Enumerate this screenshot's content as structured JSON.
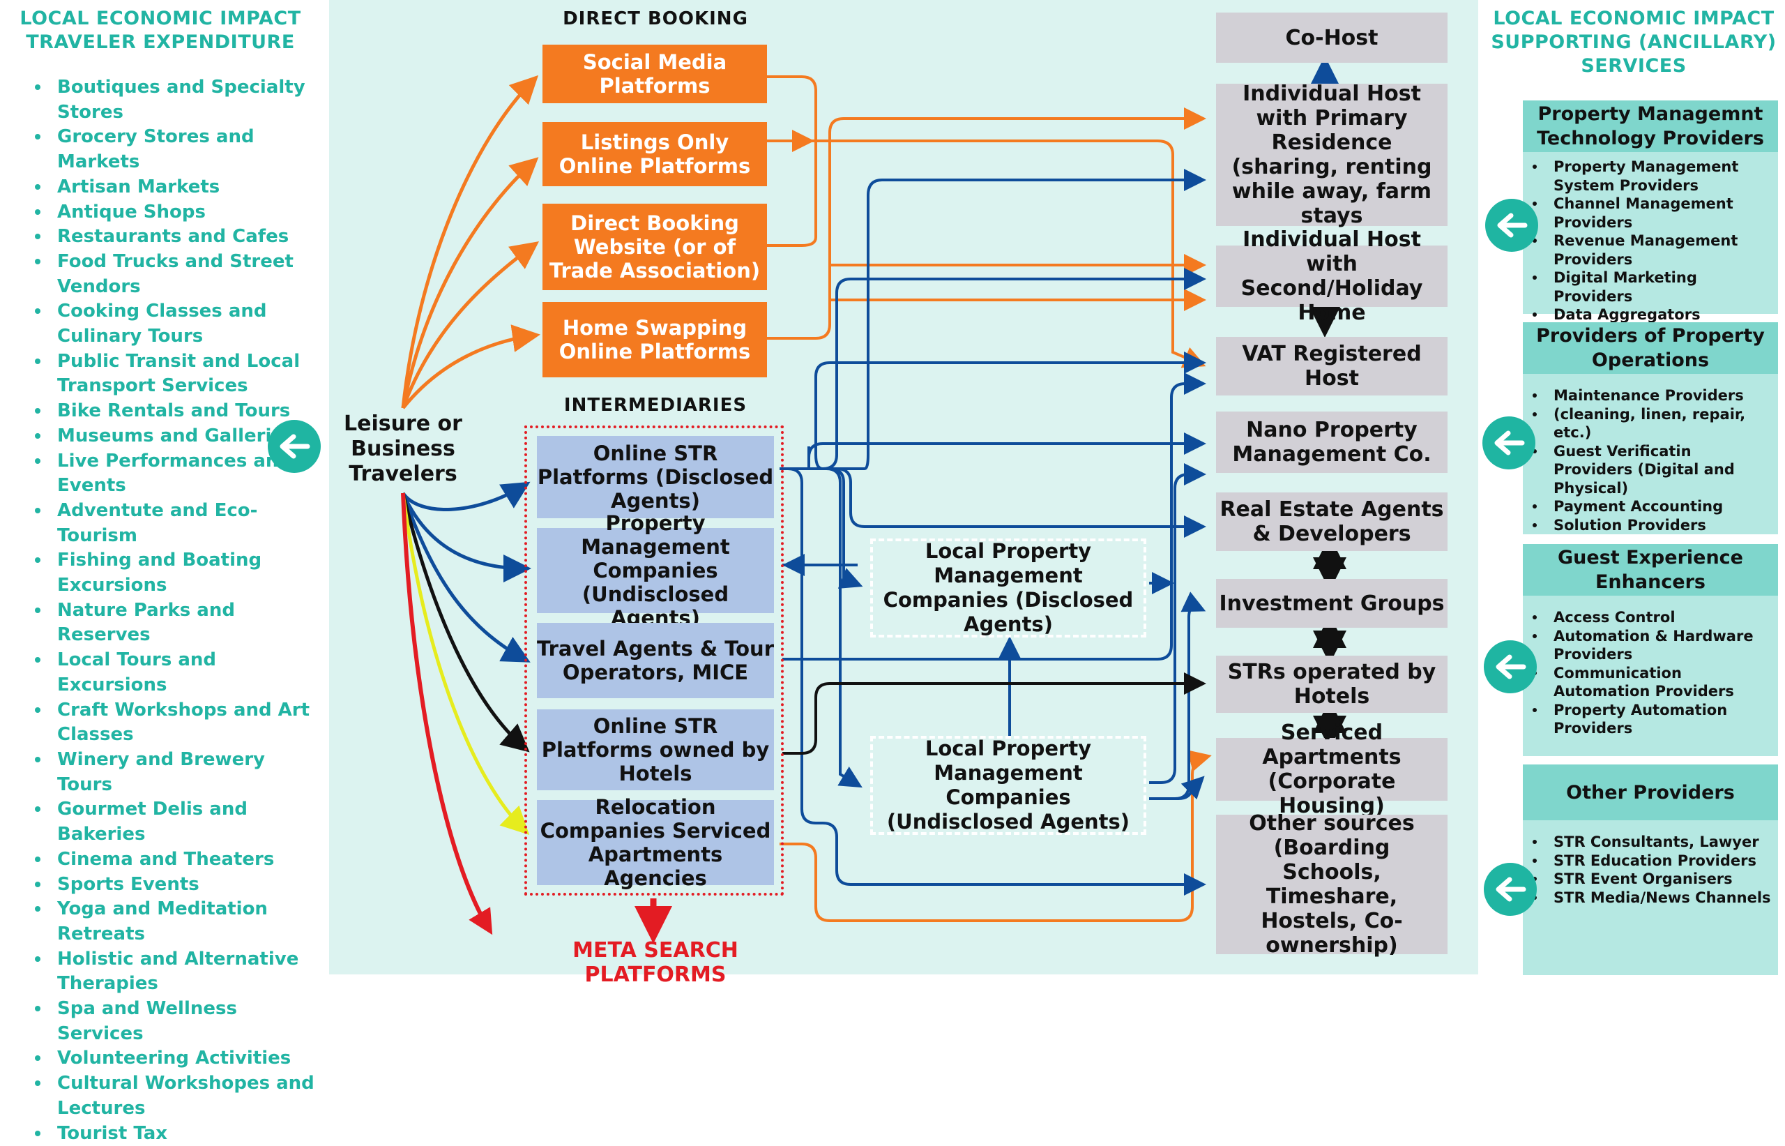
{
  "left": {
    "title_line1": "LOCAL ECONOMIC IMPACT",
    "title_line2": "TRAVELER EXPENDITURE",
    "items": [
      "Boutiques and Specialty Stores",
      "Grocery Stores and Markets",
      "Artisan Markets",
      "Antique Shops",
      "Restaurants and Cafes",
      "Food Trucks and Street Vendors",
      "Cooking Classes and Culinary Tours",
      "Public Transit and Local Transport Services",
      "Bike Rentals and Tours",
      "Museums and Galleries",
      "Live Performances and Events",
      "Adventute and Eco-Tourism",
      "Fishing and Boating Excursions",
      "Nature Parks and Reserves",
      "Local Tours and Excursions",
      "Craft Workshops and Art Classes",
      "Winery and Brewery Tours",
      "Gourmet Delis and Bakeries",
      "Cinema and Theaters",
      "Sports Events",
      "Yoga and Meditation Retreats",
      "Holistic and Alternative Therapies",
      "Spa and Wellness Services",
      "Volunteering Activities",
      "Cultural Workshopes and Lectures",
      "Tourist Tax"
    ]
  },
  "center": {
    "traveler_line1": "Leisure or",
    "traveler_line2": "Business",
    "traveler_line3": "Travelers",
    "direct_heading": "DIRECT BOOKING",
    "intermediaries_heading": "INTERMEDIARIES",
    "meta": "META SEARCH PLATFORMS",
    "direct": [
      "Social Media Platforms",
      "Listings Only Online Platforms",
      "Direct Booking Website (or of Trade Association)",
      "Home Swapping Online Platforms"
    ],
    "intermediaries": [
      "Online STR Platforms (Disclosed Agents)",
      "Property Management Companies (Undisclosed Agents)",
      "Travel Agents & Tour Operators, MICE",
      "Online STR Platforms owned by Hotels",
      "Relocation Companies Serviced Apartments Agencies"
    ],
    "local_disclosed": "Local Property Management Companies (Disclosed Agents)",
    "local_undisclosed": "Local Property Management Companies (Undisclosed Agents)",
    "hosts": [
      "Co-Host",
      "Individual Host with Primary Residence (sharing, renting while away, farm stays",
      "Individual Host with Second/Holiday Home",
      "VAT Registered Host",
      "Nano Property Management Co.",
      "Real Estate Agents & Developers",
      "Investment Groups",
      "STRs operated by Hotels",
      "Serviced Apartments (Corporate Housing)",
      "Other sources (Boarding Schools, Timeshare, Hostels, Co-ownership)"
    ]
  },
  "right": {
    "title_line1": "LOCAL ECONOMIC IMPACT",
    "title_line2": "SUPPORTING (ANCILLARY)",
    "title_line3": "SERVICES",
    "cards": [
      {
        "title": "Property Managemnt Technology Providers",
        "items": [
          "Property Management System Providers",
          "Channel Management Providers",
          "Revenue Management Providers",
          "Digital Marketing Providers",
          "Data Aggregators"
        ]
      },
      {
        "title": "Providers of Property Operations",
        "items": [
          "Maintenance Providers",
          "(cleaning, linen, repair, etc.)",
          "Guest Verificatin",
          "Providers (Digital and Physical)",
          "Payment Accounting",
          "Solution Providers"
        ]
      },
      {
        "title": "Guest Experience Enhancers",
        "items": [
          "Access Control",
          "Automation & Hardware Providers",
          "Communication Automation Providers",
          "Property Automation Providers"
        ]
      },
      {
        "title": "Other Providers",
        "items": [
          "STR Consultants, Lawyer",
          "STR Education Providers",
          "STR Event Organisers",
          "STR Media/News Channels"
        ]
      }
    ]
  },
  "colors": {
    "teal": "#21b4a3",
    "orange": "#f47a20",
    "blue": "#0e4c9a",
    "red": "#e31c23",
    "yellow": "#e6ec1e",
    "black": "#111111",
    "center_bg": "#dcf3f0",
    "grey_box": "#d2d0d6",
    "blue_box": "#aec4e6"
  },
  "icons": [
    "arrow-left-circle-icon"
  ]
}
